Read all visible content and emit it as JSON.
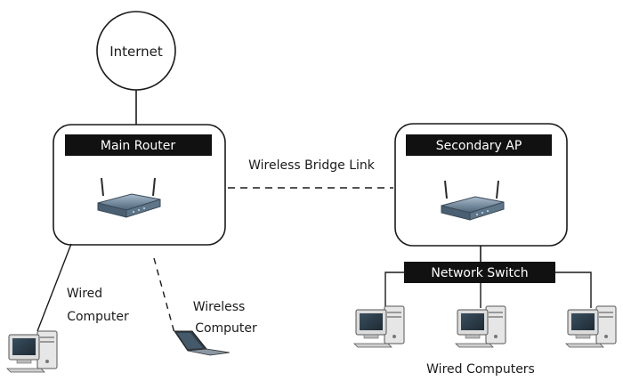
{
  "internet": {
    "label": "Internet"
  },
  "main_router": {
    "label": "Main Router"
  },
  "secondary_ap": {
    "label": "Secondary AP"
  },
  "bridge": {
    "label": "Wireless Bridge Link"
  },
  "network_switch": {
    "label": "Network Switch"
  },
  "wired_computer": {
    "line1": "Wired",
    "line2": "Computer"
  },
  "wireless_computer": {
    "line1": "Wireless",
    "line2": "Computer"
  },
  "wired_computers": {
    "label": "Wired Computers"
  },
  "colors": {
    "line": "#1a1a1a",
    "header_fill": "#111111",
    "header_text": "#ffffff",
    "device_body": "#5d7488",
    "device_top": "#9eb2c4"
  },
  "icons": [
    "router-icon",
    "access-point-icon",
    "desktop-computer-icon",
    "laptop-icon",
    "switch-icon"
  ]
}
